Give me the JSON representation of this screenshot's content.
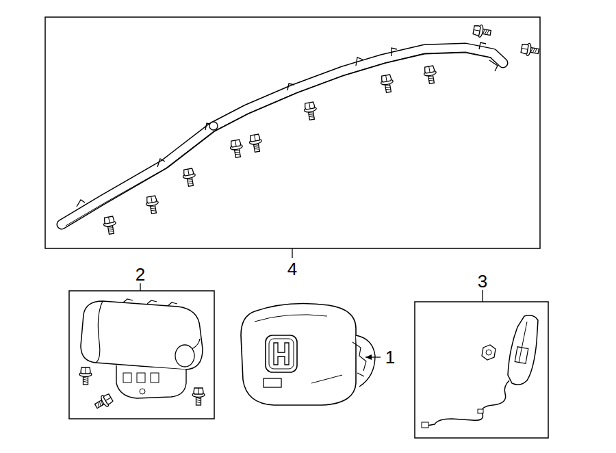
{
  "diagram": {
    "labels": [
      "2",
      "4",
      "3",
      "1"
    ]
  }
}
